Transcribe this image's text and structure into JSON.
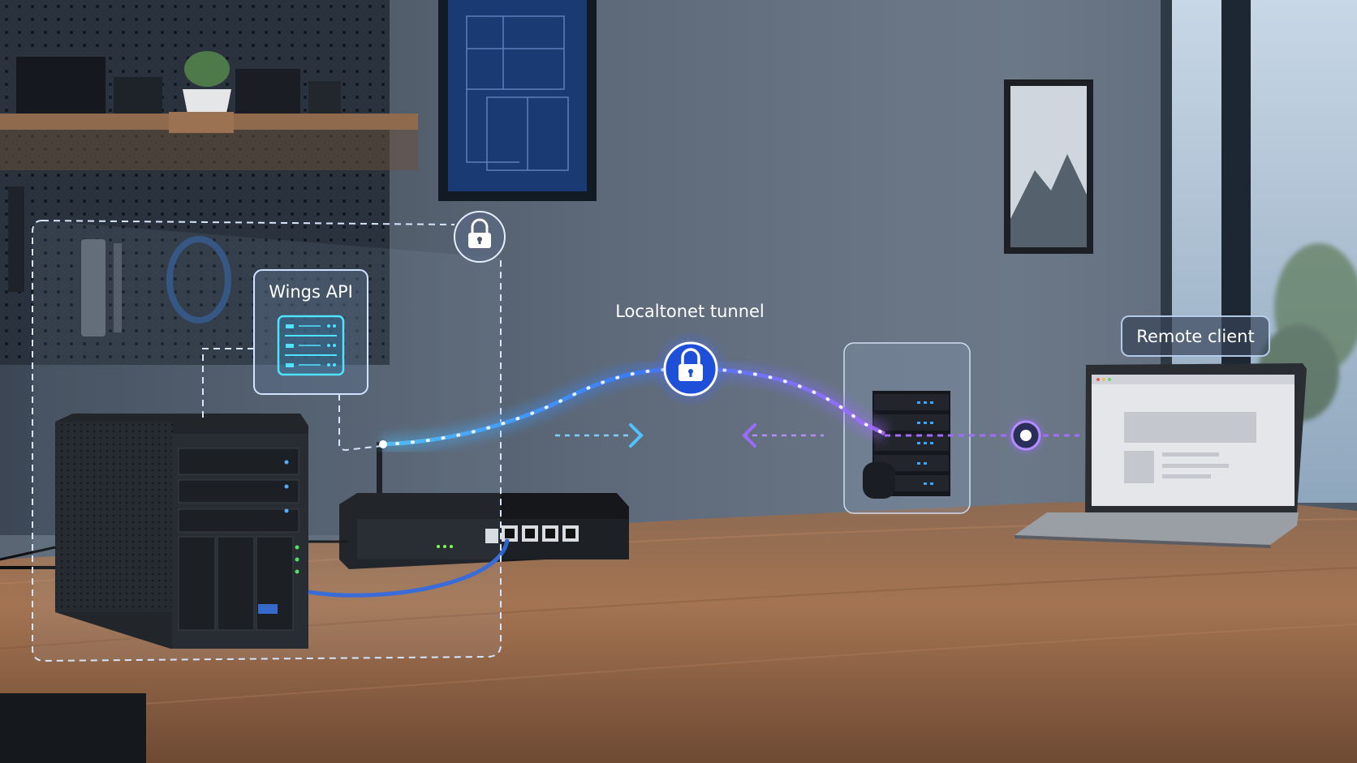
{
  "labels": {
    "wings_api": "Wings API",
    "tunnel": "Localtonet tunnel",
    "remote_client": "Remote client"
  },
  "icons": {
    "local_lock": "lock-icon",
    "tunnel_lock": "lock-icon",
    "api_server": "server-icon",
    "client_endpoint": "dot-icon"
  },
  "colors": {
    "tunnel_blue": "#3aa8ff",
    "tunnel_purple": "#9b6bff",
    "label_border": "#cfe3ff",
    "wall": "#5f6b7a",
    "desk": "#9a6b4a"
  }
}
